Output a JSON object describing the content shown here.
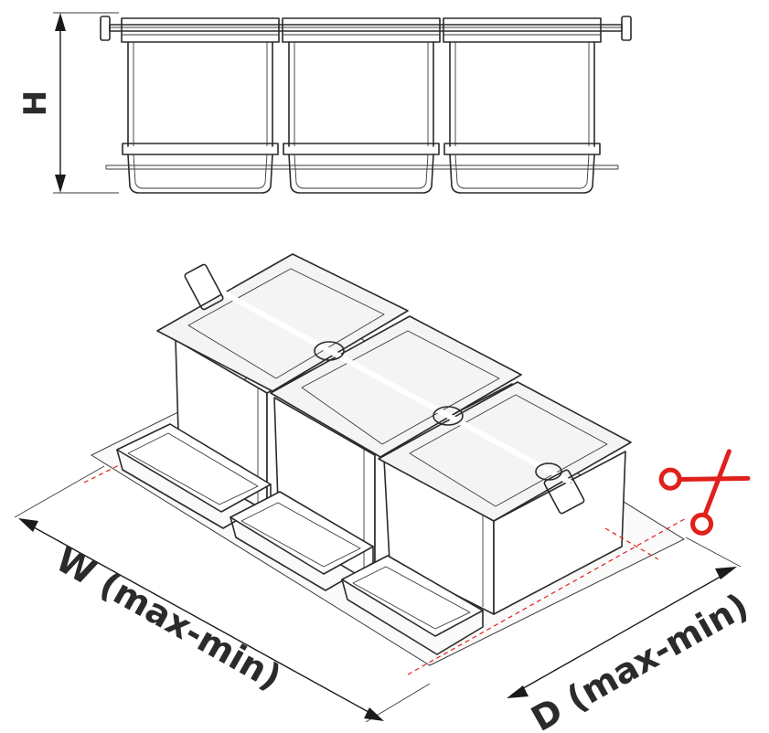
{
  "labels": {
    "height": "H",
    "width": "W (max-min)",
    "depth": "D (max-min)"
  },
  "icons": {
    "cut": "scissors-icon"
  },
  "colors": {
    "line": "#2a2a2a",
    "cut_mark": "#e0201b",
    "background": "#ffffff"
  }
}
